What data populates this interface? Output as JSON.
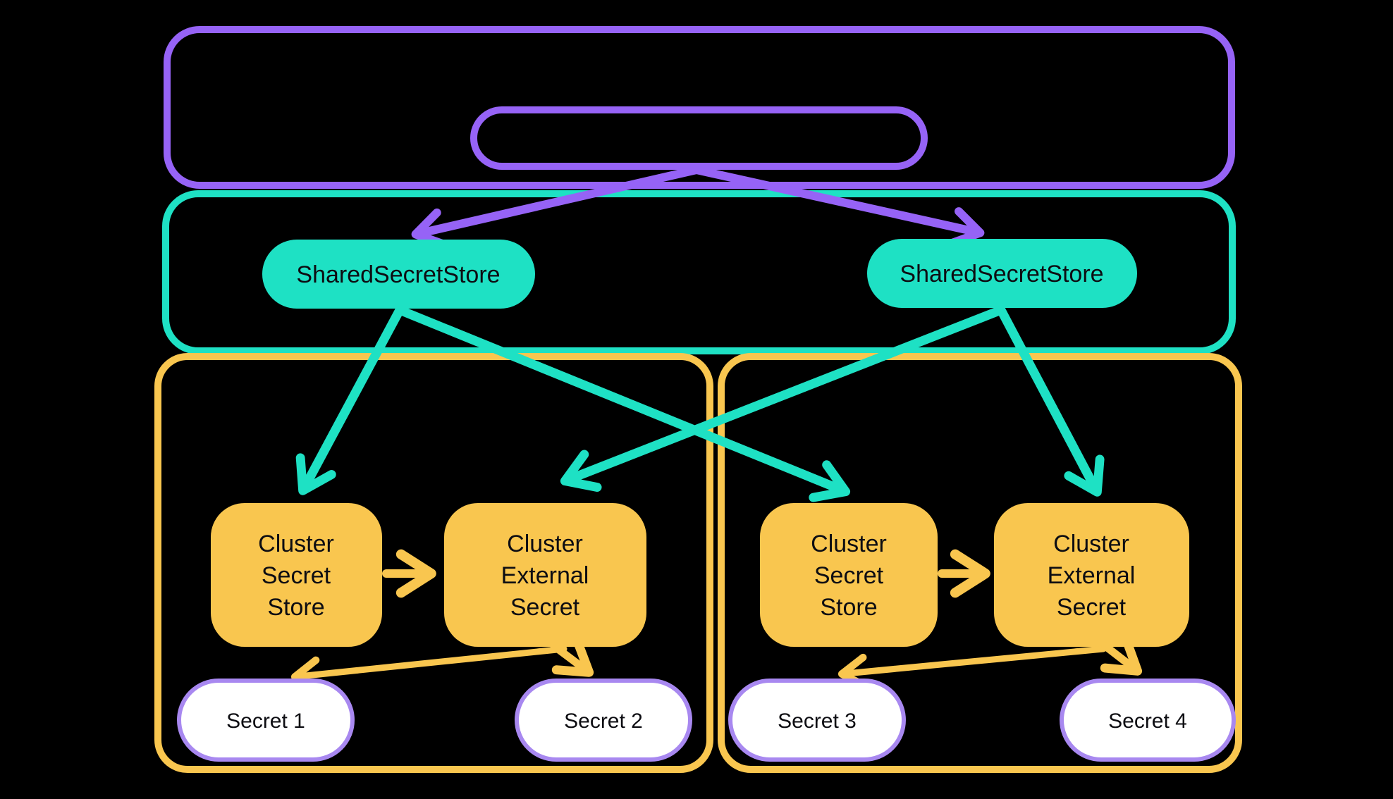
{
  "colors": {
    "background": "#000000",
    "purple": "#9663F6",
    "pill_border_purple": "#A888F0",
    "teal": "#1EE1C4",
    "yellow": "#F9C64F",
    "secret_fill": "#FFFFFF",
    "text": "#0D0D12"
  },
  "shared_store_pills": [
    {
      "label": "SharedSecretStore"
    },
    {
      "label": "SharedSecretStore"
    }
  ],
  "panes": [
    {
      "store": {
        "lines": [
          "Cluster",
          "Secret",
          "Store"
        ]
      },
      "external": {
        "lines": [
          "Cluster",
          "External",
          "Secret"
        ]
      },
      "secrets": [
        {
          "label": "Secret 1"
        },
        {
          "label": "Secret 2"
        }
      ]
    },
    {
      "store": {
        "lines": [
          "Cluster",
          "Secret",
          "Store"
        ]
      },
      "external": {
        "lines": [
          "Cluster",
          "External",
          "Secret"
        ]
      },
      "secrets": [
        {
          "label": "Secret 3"
        },
        {
          "label": "Secret 4"
        }
      ]
    }
  ]
}
